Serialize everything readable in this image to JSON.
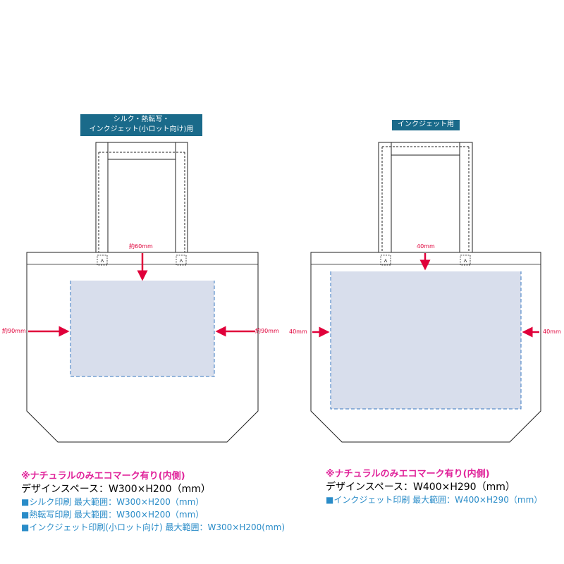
{
  "colors": {
    "label_bg": "#1a6a8a",
    "print_area": "#d8deec",
    "print_area_border": "#3a78c0",
    "dimension": "#e0003a",
    "eco_note": "#e0239a",
    "spec": "#2a8cc8"
  },
  "left_bag": {
    "label_line1": "シルク・熱転写・",
    "label_line2": "インクジェット(小ロット向け)用",
    "dim_top": "約60mm",
    "dim_left": "約90mm",
    "dim_right": "約90mm"
  },
  "right_bag": {
    "label": "インクジェット用",
    "dim_top": "40mm",
    "dim_left": "40mm",
    "dim_right": "40mm"
  },
  "notes_left": {
    "eco": "※ナチュラルのみエコマーク有り(内側)",
    "space": "デザインスペース：W300×H200（mm）",
    "spec1": "■シルク印刷 最大範囲：W300×H200（mm）",
    "spec2": "■熱転写印刷 最大範囲：W300×H200（mm）",
    "spec3": "■インクジェット印刷(小ロット向け) 最大範囲：W300×H200(mm)"
  },
  "notes_right": {
    "eco": "※ナチュラルのみエコマーク有り(内側)",
    "space": "デザインスペース：W400×H290（mm）",
    "spec1": "■インクジェット印刷 最大範囲：W400×H290（mm）"
  }
}
